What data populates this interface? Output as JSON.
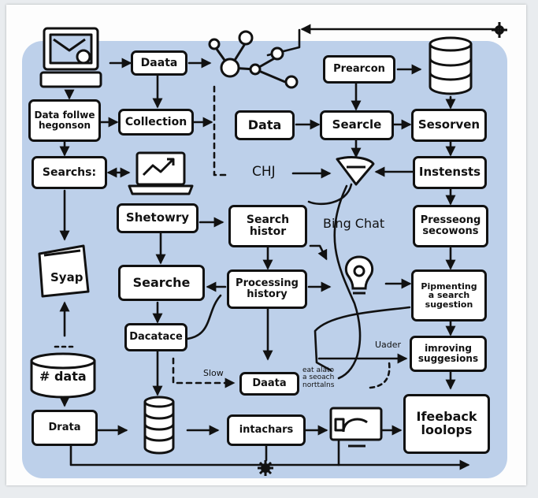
{
  "nodes": {
    "data_top": "Daata",
    "data_follow": "Data follwe\nhegonson",
    "collection": "Collection",
    "data_mid": "Data",
    "searcle": "Searcle",
    "prearcon": "Prearcon",
    "sesorven": "Sesorven",
    "searchs": "Searchs:",
    "instensts": "Instensts",
    "shetowry": "Shetowry",
    "search_histor": "Search\nhistor",
    "presseong": "Presseong\nsecowons",
    "syap": "Syap",
    "searche": "Searche",
    "processing_history": "Processing\nhistory",
    "pipmenting": "Pipmenting\na search\nsugestion",
    "dacatace": "Dacatace",
    "data_db": "# data",
    "data_small": "Daata",
    "improving": "imroving\nsuggesions",
    "drata": "Drata",
    "intachars": "intachars",
    "feedback": "Ifeeback\nloolops"
  },
  "labels": {
    "chi": "CHJ",
    "bing_chat": "Bing Chat",
    "slow": "Slow",
    "uader": "Uader",
    "side_note": "eat alato\na seoach\nnorttalns"
  },
  "icons": [
    "laptop-mail-icon",
    "network-icon",
    "funnel-icon",
    "database-icon",
    "laptop-chart-icon",
    "lightbulb-icon",
    "monitor-icon",
    "gear-icon",
    "cylinder-icon",
    "folder-icon"
  ],
  "colors": {
    "background_panel": "#bdd0ea",
    "stroke": "#111111",
    "box_fill": "#ffffff"
  }
}
